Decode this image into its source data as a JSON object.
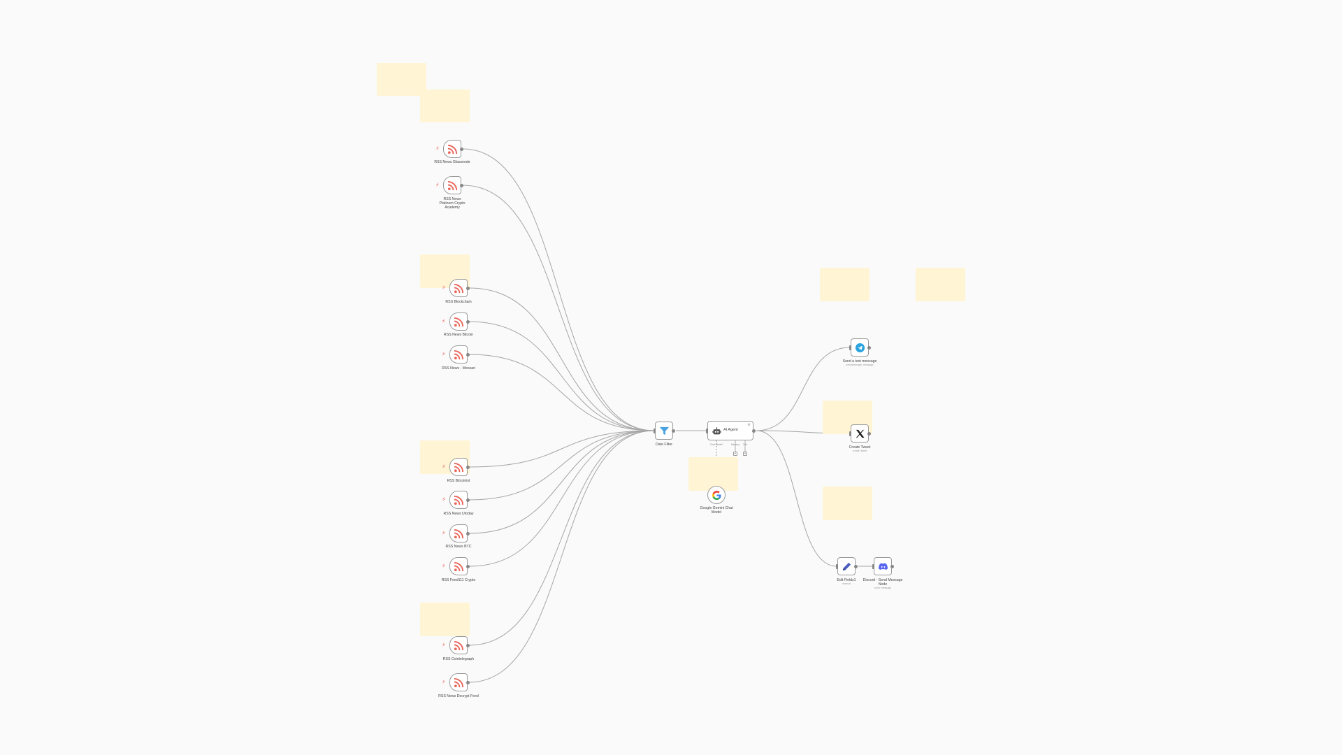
{
  "rss_nodes": [
    {
      "label": "RSS News Glassnode"
    },
    {
      "label": "RSS News Platinum Crypto Academy"
    },
    {
      "label": "RSS Blockchain"
    },
    {
      "label": "RSS News Bitcoin"
    },
    {
      "label": "RSS News - Messari"
    },
    {
      "label": "RSS Bitcoinist"
    },
    {
      "label": "RSS News Utoday"
    },
    {
      "label": "RSS News BTC"
    },
    {
      "label": "RSS Feed111 Crypto"
    },
    {
      "label": "RSS Cointelegraph"
    },
    {
      "label": "RSS News Decrypt Feed"
    }
  ],
  "filter_node": {
    "label": "Date Filter"
  },
  "agent_node": {
    "label": "AI Agent",
    "connectors": [
      "Chat Model*",
      "Memory",
      "Tool"
    ]
  },
  "model_node": {
    "label": "Google Gemini Chat Model"
  },
  "telegram_node": {
    "label": "Send a text message",
    "sub": "sendMessage: message"
  },
  "x_node": {
    "label": "Create Tweet",
    "sub": "create: tweet"
  },
  "edit_node": {
    "label": "Edit Fields1",
    "sub": "manual"
  },
  "discord_node": {
    "label": "Discord - Send Message Node",
    "sub": "send: message"
  },
  "colors": {
    "canvas": "#fafafa",
    "sticky": "#fff4d4",
    "rss": "#e8655a",
    "filter": "#4aa3df",
    "telegram": "#2aa3de",
    "edit": "#4b5fc0",
    "discord": "#5865f2",
    "wire": "#a5a5a5"
  },
  "icons": {
    "rss": "rss-icon",
    "filter": "filter-icon",
    "agent": "robot-icon",
    "model": "google-icon",
    "telegram": "telegram-icon",
    "x": "x-logo-icon",
    "edit": "pencil-icon",
    "discord": "discord-icon"
  }
}
